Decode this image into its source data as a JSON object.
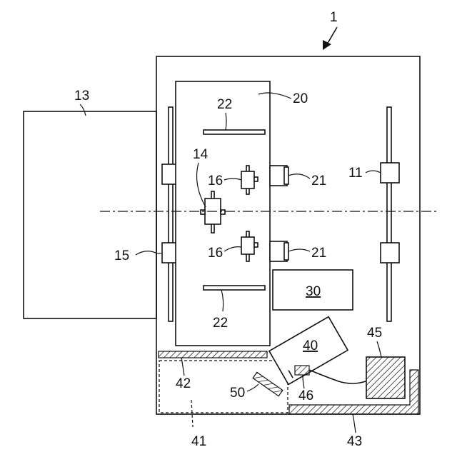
{
  "labels": {
    "device": "1",
    "housing_side": "11",
    "external_unit": "13",
    "component_14": "14",
    "component_15": "15",
    "component_16_upper": "16",
    "component_16_lower": "16",
    "plate": "20",
    "part_21_upper": "21",
    "part_21_lower": "21",
    "part_22_upper": "22",
    "part_22_lower": "22",
    "unit_30": "30",
    "unit_40": "40",
    "region_41": "41",
    "member_42": "42",
    "member_43": "43",
    "block_45": "45",
    "sensor_46": "46",
    "filter_50": "50"
  }
}
